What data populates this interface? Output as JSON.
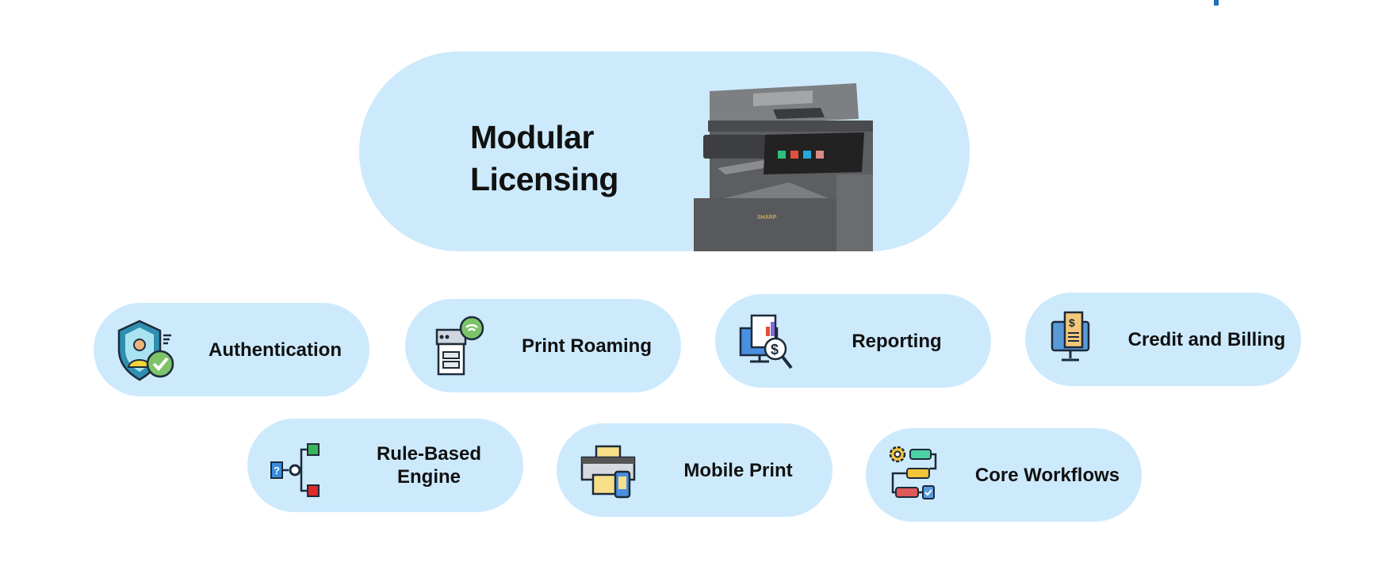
{
  "header": {
    "title_lines": [
      "Modular",
      "Licensing"
    ],
    "product_logo_text": "SHARP"
  },
  "modules": [
    {
      "label": "Authentication",
      "icon": "shield-user-check-icon"
    },
    {
      "label": "Print Roaming",
      "icon": "printer-wifi-icon"
    },
    {
      "label": "Reporting",
      "icon": "report-magnifier-icon"
    },
    {
      "label": "Credit and Billing",
      "icon": "billing-monitor-icon"
    },
    {
      "label": "Rule-Based Engine",
      "icon": "decision-flow-icon"
    },
    {
      "label": "Mobile Print",
      "icon": "printer-phone-icon"
    },
    {
      "label": "Core Workflows",
      "icon": "workflow-gear-icon"
    }
  ],
  "colors": {
    "pill": "#cdeafd",
    "text": "#111111",
    "accent": "#1f6fc0"
  }
}
